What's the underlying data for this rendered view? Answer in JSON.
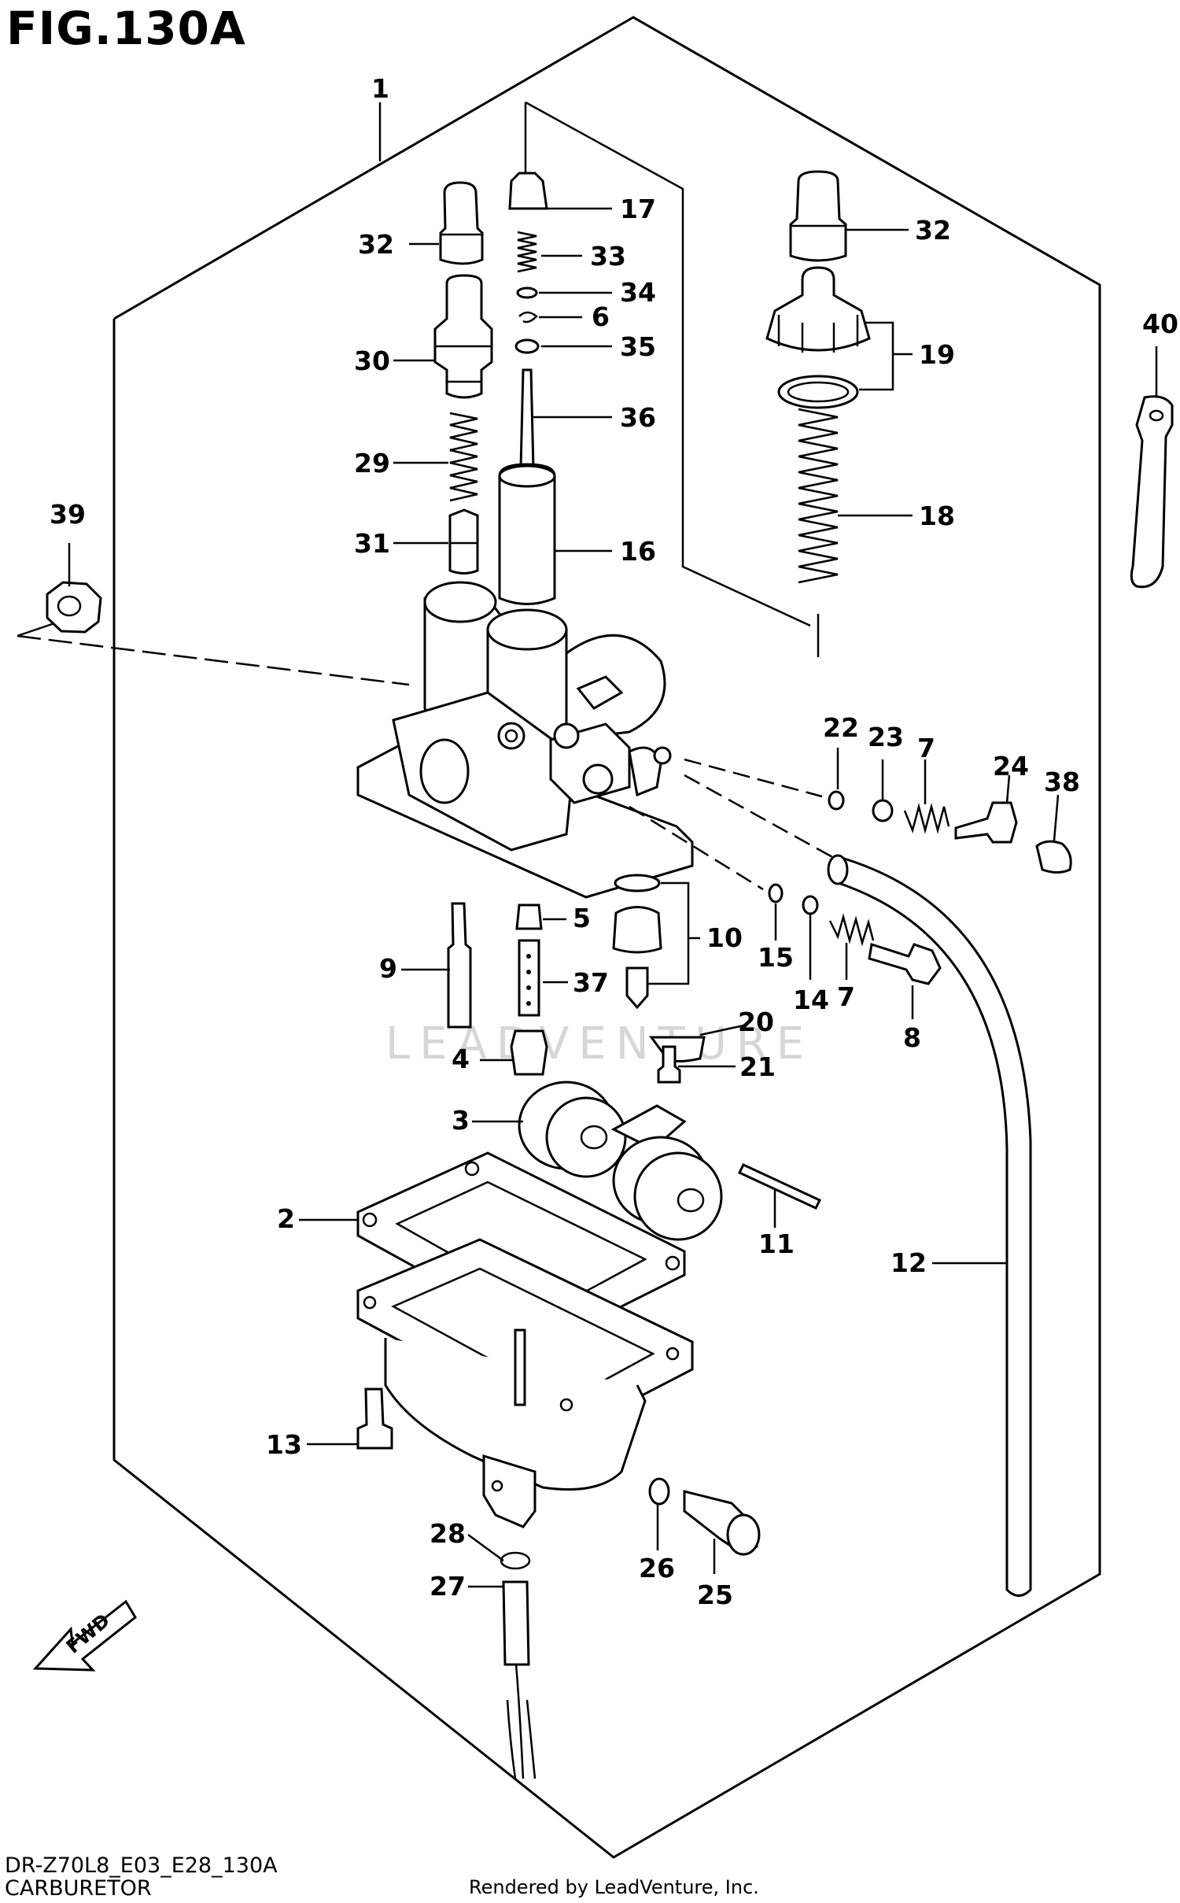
{
  "figure": {
    "title": "FIG.130A",
    "model_code": "DR-Z70L8_E03_E28_130A",
    "section_name": "CARBURETOR",
    "credit": "Rendered by LeadVenture, Inc.",
    "watermark": "LEADVENTURE",
    "fwd_label": "FWD"
  },
  "callouts": [
    {
      "id": "1",
      "label": "1"
    },
    {
      "id": "2",
      "label": "2"
    },
    {
      "id": "3",
      "label": "3"
    },
    {
      "id": "4",
      "label": "4"
    },
    {
      "id": "5",
      "label": "5"
    },
    {
      "id": "6",
      "label": "6"
    },
    {
      "id": "7a",
      "label": "7"
    },
    {
      "id": "7b",
      "label": "7"
    },
    {
      "id": "8",
      "label": "8"
    },
    {
      "id": "9",
      "label": "9"
    },
    {
      "id": "10",
      "label": "10"
    },
    {
      "id": "11",
      "label": "11"
    },
    {
      "id": "12",
      "label": "12"
    },
    {
      "id": "13",
      "label": "13"
    },
    {
      "id": "14",
      "label": "14"
    },
    {
      "id": "15",
      "label": "15"
    },
    {
      "id": "16",
      "label": "16"
    },
    {
      "id": "17",
      "label": "17"
    },
    {
      "id": "18",
      "label": "18"
    },
    {
      "id": "19",
      "label": "19"
    },
    {
      "id": "20",
      "label": "20"
    },
    {
      "id": "21",
      "label": "21"
    },
    {
      "id": "22",
      "label": "22"
    },
    {
      "id": "23",
      "label": "23"
    },
    {
      "id": "24",
      "label": "24"
    },
    {
      "id": "25",
      "label": "25"
    },
    {
      "id": "26",
      "label": "26"
    },
    {
      "id": "27",
      "label": "27"
    },
    {
      "id": "28",
      "label": "28"
    },
    {
      "id": "29",
      "label": "29"
    },
    {
      "id": "30",
      "label": "30"
    },
    {
      "id": "31",
      "label": "31"
    },
    {
      "id": "32a",
      "label": "32"
    },
    {
      "id": "32b",
      "label": "32"
    },
    {
      "id": "33",
      "label": "33"
    },
    {
      "id": "34",
      "label": "34"
    },
    {
      "id": "35",
      "label": "35"
    },
    {
      "id": "36",
      "label": "36"
    },
    {
      "id": "37",
      "label": "37"
    },
    {
      "id": "38",
      "label": "38"
    },
    {
      "id": "39",
      "label": "39"
    },
    {
      "id": "40",
      "label": "40"
    }
  ]
}
